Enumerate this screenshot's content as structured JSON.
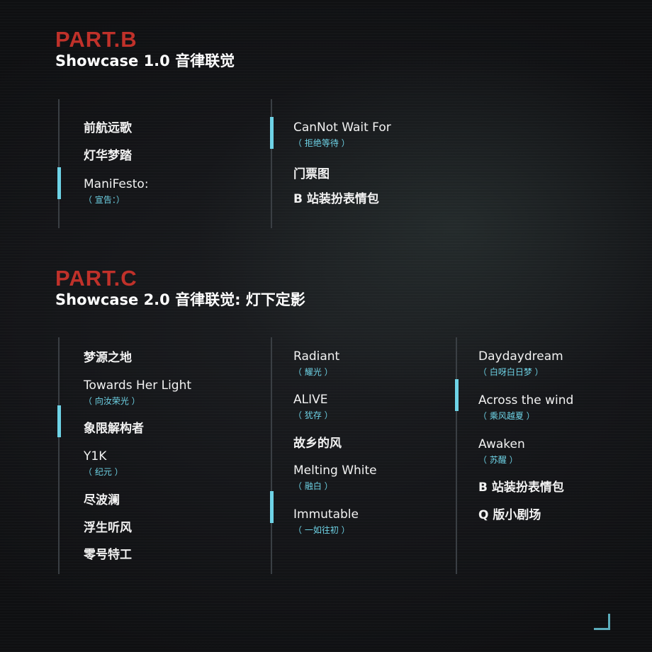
{
  "part_b": {
    "label": "PART.B",
    "title": "Showcase 1.0 音律联觉",
    "col1": [
      {
        "title": "前航远歌",
        "sub": ""
      },
      {
        "title": "灯华梦踏",
        "sub": ""
      },
      {
        "title": "ManiFesto:",
        "sub": "（ 宣告：）"
      }
    ],
    "col2": [
      {
        "title": "CanNot Wait For",
        "sub": "（ 拒绝等待 ）"
      },
      {
        "title": "门票图",
        "sub": ""
      },
      {
        "title": "B 站装扮表情包",
        "sub": ""
      }
    ]
  },
  "part_c": {
    "label": "PART.C",
    "title": "Showcase 2.0 音律联觉: 灯下定影",
    "col1": [
      {
        "title": "梦源之地",
        "sub": ""
      },
      {
        "title": "Towards Her Light",
        "sub": "（ 向汝荣光 ）"
      },
      {
        "title": "象限解构者",
        "sub": ""
      },
      {
        "title": "Y1K",
        "sub": "（ 纪元 ）"
      },
      {
        "title": "尽波澜",
        "sub": ""
      },
      {
        "title": "浮生听风",
        "sub": ""
      },
      {
        "title": "零号特工",
        "sub": ""
      }
    ],
    "col2": [
      {
        "title": "Radiant",
        "sub": "（ 耀光 ）"
      },
      {
        "title": "ALIVE",
        "sub": "（ 犹存 ）"
      },
      {
        "title": "故乡的风",
        "sub": ""
      },
      {
        "title": "Melting White",
        "sub": "（ 融白 ）"
      },
      {
        "title": "Immutable",
        "sub": "（ 一如往初 ）"
      }
    ],
    "col3": [
      {
        "title": "Daydaydream",
        "sub": "（ 白呀白日梦 ）"
      },
      {
        "title": "Across the wind",
        "sub": "（ 乘风越夏 ）"
      },
      {
        "title": "Awaken",
        "sub": "（ 苏醒 ）"
      },
      {
        "title": "B 站装扮表情包",
        "sub": ""
      },
      {
        "title": "Q 版小剧场",
        "sub": ""
      }
    ]
  },
  "colors": {
    "accent": "#6ed3e6",
    "part_label": "#c0312a",
    "background": "#141518"
  },
  "icons": [
    "corner-bracket-icon"
  ]
}
